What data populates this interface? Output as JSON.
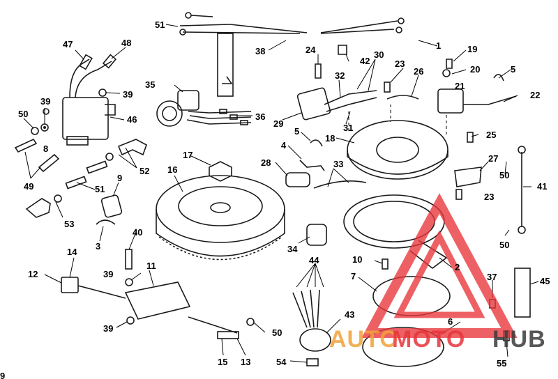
{
  "diagram": {
    "parts": [
      {
        "num": "1"
      },
      {
        "num": "2"
      },
      {
        "num": "3"
      },
      {
        "num": "4"
      },
      {
        "num": "5"
      },
      {
        "num": "5"
      },
      {
        "num": "6"
      },
      {
        "num": "7"
      },
      {
        "num": "8"
      },
      {
        "num": "9"
      },
      {
        "num": "10"
      },
      {
        "num": "11"
      },
      {
        "num": "12"
      },
      {
        "num": "13"
      },
      {
        "num": "14"
      },
      {
        "num": "15"
      },
      {
        "num": "16"
      },
      {
        "num": "17"
      },
      {
        "num": "18"
      },
      {
        "num": "19"
      },
      {
        "num": "20"
      },
      {
        "num": "21"
      },
      {
        "num": "22"
      },
      {
        "num": "23"
      },
      {
        "num": "23"
      },
      {
        "num": "24"
      },
      {
        "num": "25"
      },
      {
        "num": "26"
      },
      {
        "num": "27"
      },
      {
        "num": "28"
      },
      {
        "num": "29"
      },
      {
        "num": "30"
      },
      {
        "num": "31"
      },
      {
        "num": "32"
      },
      {
        "num": "33"
      },
      {
        "num": "34"
      },
      {
        "num": "35"
      },
      {
        "num": "36"
      },
      {
        "num": "37"
      },
      {
        "num": "38"
      },
      {
        "num": "39"
      },
      {
        "num": "39"
      },
      {
        "num": "39"
      },
      {
        "num": "39"
      },
      {
        "num": "40"
      },
      {
        "num": "41"
      },
      {
        "num": "42"
      },
      {
        "num": "43"
      },
      {
        "num": "44"
      },
      {
        "num": "45"
      },
      {
        "num": "46"
      },
      {
        "num": "47"
      },
      {
        "num": "48"
      },
      {
        "num": "49"
      },
      {
        "num": "50"
      },
      {
        "num": "50"
      },
      {
        "num": "50"
      },
      {
        "num": "50"
      },
      {
        "num": "51"
      },
      {
        "num": "51"
      },
      {
        "num": "52"
      },
      {
        "num": "53"
      },
      {
        "num": "54"
      },
      {
        "num": "55"
      }
    ],
    "corner_mark": "9"
  },
  "watermark": {
    "brand_part1": "AUTO",
    "brand_part2": "MOTO",
    "brand_part3": "HUB",
    "color_red": "#e8353b",
    "color_orange": "#f2a23a",
    "color_dark": "#3a3a3a"
  }
}
